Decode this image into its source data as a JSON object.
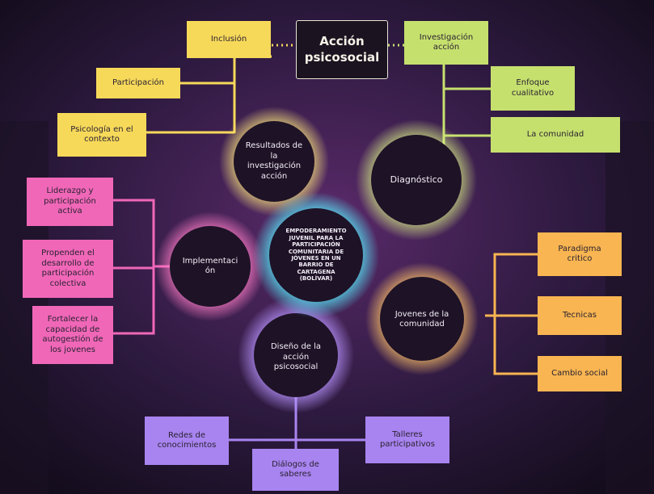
{
  "title": "Acción\npsicosocial",
  "center": "EMPODERAMIENTO\nJUVENIL PARA LA\nPARTICIPACIÓN\nCOMUNITARIA DE\nJÓVENES EN UN\nBARRIO DE\nCARTAGENA\n(BOLÍVAR)",
  "nodes": {
    "resultados": "Resultados de\nla\ninvestigación\nacción",
    "diagnostico": "Diagnóstico",
    "implementacion": "Implementaci\nón",
    "jovenes": "Jovenes de la\ncomunidad",
    "diseno": "Diseño de la\nacción\npsicosocial"
  },
  "leaves": {
    "inclusion": "Inclusión",
    "participacion": "Participación",
    "psicologia": "Psicología en el\ncontexto",
    "investigacion_accion": "Investigación\nacción",
    "enfoque": "Enfoque\ncualitativo",
    "comunidad": "La comunidad",
    "liderazgo": "Liderazgo y\nparticipación\nactiva",
    "propenden": "Propenden el\ndesarrollo de\nparticipación\ncolectiva",
    "fortalecer": "Fortalecer la\ncapacidad de\nautogestión de\nlos jovenes",
    "paradigma": "Paradigma\ncritico",
    "tecnicas": "Tecnicas",
    "cambio": "Cambio social",
    "redes": "Redes de\nconocimientos",
    "dialogos": "Diálogos de\nsaberes",
    "talleres": "Talleres\nparticipativos"
  },
  "colors": {
    "background": "#2a1a3c",
    "yellow": "#f7d95a",
    "green": "#c6e06e",
    "pink": "#f067b8",
    "orange": "#f8b551",
    "violet": "#a884f0",
    "cyan": "#3fe3f0",
    "circle_fill": "#1e1226"
  }
}
